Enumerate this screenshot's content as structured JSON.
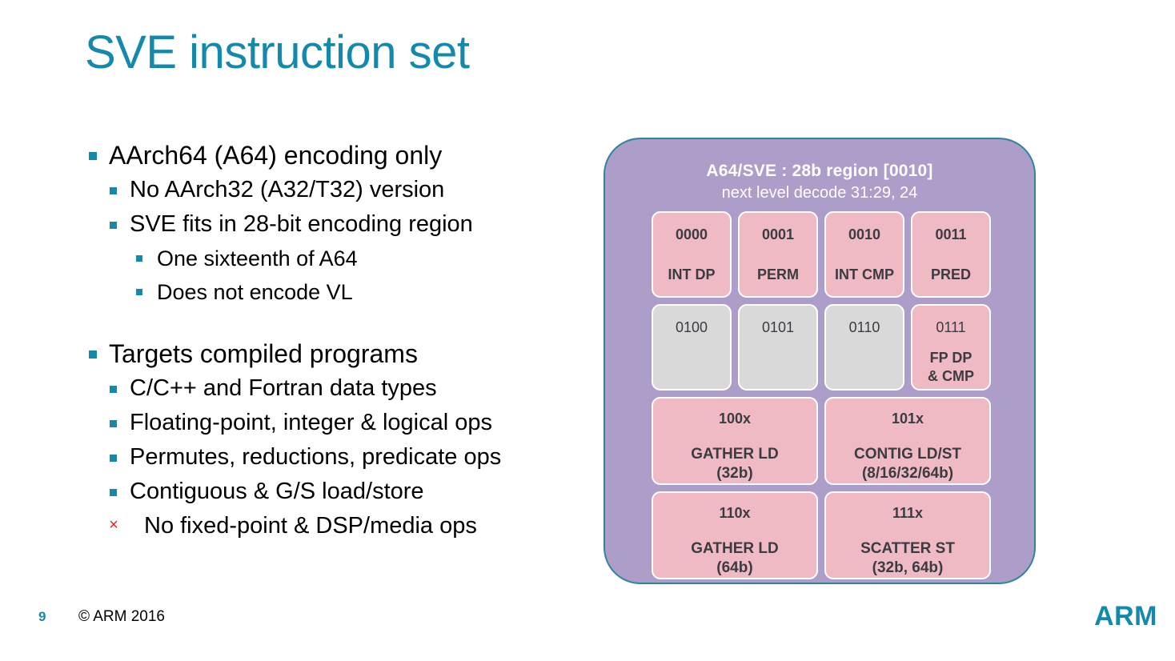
{
  "slide": {
    "title": "SVE instruction set",
    "accent_color": "#1489ab",
    "cross_color": "#ee2222"
  },
  "bullets": [
    {
      "level": 1,
      "marker": "square",
      "text": "AArch64 (A64) encoding only"
    },
    {
      "level": 2,
      "marker": "square",
      "text": "No AArch32 (A32/T32) version"
    },
    {
      "level": 2,
      "marker": "square",
      "text": "SVE fits in 28-bit encoding region"
    },
    {
      "level": 3,
      "marker": "square",
      "text": "One sixteenth of A64"
    },
    {
      "level": 3,
      "marker": "square",
      "text": "Does not encode VL"
    },
    {
      "level": 1,
      "marker": "square",
      "text": "Targets compiled programs"
    },
    {
      "level": 2,
      "marker": "square",
      "text": "C/C++ and Fortran data types"
    },
    {
      "level": 2,
      "marker": "square",
      "text": "Floating-point, integer & logical ops"
    },
    {
      "level": 2,
      "marker": "square",
      "text": "Permutes, reductions, predicate ops"
    },
    {
      "level": 2,
      "marker": "square",
      "text": "Contiguous & G/S load/store"
    },
    {
      "level": 2,
      "marker": "cross",
      "marker_glyph": "×",
      "text": "No fixed-point & DSP/media ops"
    }
  ],
  "diagram": {
    "header_title": "A64/SVE : 28b region [0010]",
    "header_subtitle": "next level decode 31:29, 24",
    "background_color": "#ad9dc9",
    "border_color": "#2f83a0",
    "cell_pink_color": "#efbac3",
    "cell_gray_color": "#d9d9d9",
    "rows": [
      {
        "kind": "small",
        "cells": [
          {
            "code": "0000",
            "label": "INT DP",
            "fill": "pink"
          },
          {
            "code": "0001",
            "label": "PERM",
            "fill": "pink"
          },
          {
            "code": "0010",
            "label": "INT CMP",
            "fill": "pink"
          },
          {
            "code": "0011",
            "label": "PRED",
            "fill": "pink"
          }
        ]
      },
      {
        "kind": "small",
        "cells": [
          {
            "code": "0100",
            "label": "",
            "fill": "gray"
          },
          {
            "code": "0101",
            "label": "",
            "fill": "gray"
          },
          {
            "code": "0110",
            "label": "",
            "fill": "gray"
          },
          {
            "code": "0111",
            "label": "FP DP",
            "label2": "& CMP",
            "fill": "pink"
          }
        ]
      },
      {
        "kind": "wide",
        "cells": [
          {
            "code": "100x",
            "label": "GATHER LD",
            "size": "(32b)",
            "fill": "pink"
          },
          {
            "code": "101x",
            "label": "CONTIG LD/ST",
            "size": "(8/16/32/64b)",
            "fill": "pink"
          }
        ]
      },
      {
        "kind": "wide",
        "cells": [
          {
            "code": "110x",
            "label": "GATHER LD",
            "size": "(64b)",
            "fill": "pink"
          },
          {
            "code": "111x",
            "label": "SCATTER ST",
            "size": "(32b, 64b)",
            "fill": "pink"
          }
        ]
      }
    ]
  },
  "footer": {
    "page_number": "9",
    "copyright": "© ARM 2016",
    "logo_text": "ARM"
  }
}
